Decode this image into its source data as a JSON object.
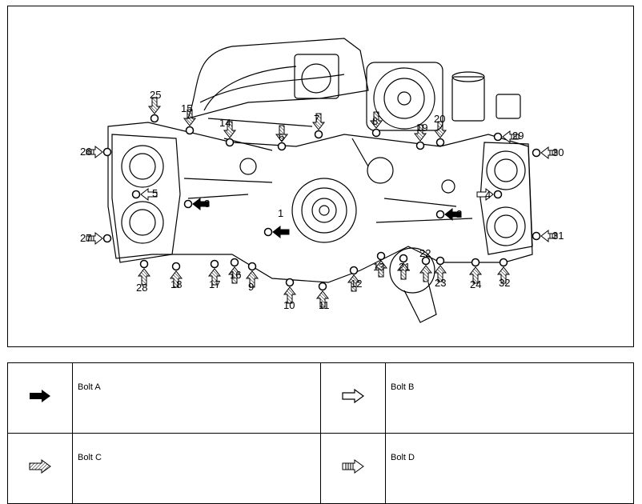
{
  "figure": {
    "callouts": [
      {
        "n": "1",
        "t": "A"
      },
      {
        "n": "2",
        "t": "A"
      },
      {
        "n": "3",
        "t": "A"
      },
      {
        "n": "4",
        "t": "B"
      },
      {
        "n": "5",
        "t": "B"
      },
      {
        "n": "6",
        "t": "C"
      },
      {
        "n": "7",
        "t": "C"
      },
      {
        "n": "8",
        "t": "C"
      },
      {
        "n": "9",
        "t": "C"
      },
      {
        "n": "10",
        "t": "C"
      },
      {
        "n": "11",
        "t": "C"
      },
      {
        "n": "12",
        "t": "C"
      },
      {
        "n": "13",
        "t": "C"
      },
      {
        "n": "14",
        "t": "C"
      },
      {
        "n": "15",
        "t": "C"
      },
      {
        "n": "16",
        "t": "C"
      },
      {
        "n": "17",
        "t": "C"
      },
      {
        "n": "18",
        "t": "C"
      },
      {
        "n": "19",
        "t": "C"
      },
      {
        "n": "20",
        "t": "C"
      },
      {
        "n": "21",
        "t": "C"
      },
      {
        "n": "22",
        "t": "C"
      },
      {
        "n": "23",
        "t": "C"
      },
      {
        "n": "24",
        "t": "C"
      },
      {
        "n": "25",
        "t": "C"
      },
      {
        "n": "26",
        "t": "D"
      },
      {
        "n": "27",
        "t": "D"
      },
      {
        "n": "28",
        "t": "C"
      },
      {
        "n": "29",
        "t": "D"
      },
      {
        "n": "30",
        "t": "D"
      },
      {
        "n": "31",
        "t": "D"
      },
      {
        "n": "32",
        "t": "C"
      }
    ]
  },
  "legend": {
    "bolt_a": "Bolt A",
    "bolt_b": "Bolt B",
    "bolt_c": "Bolt C",
    "bolt_d": "Bolt D"
  },
  "colors": {
    "ink": "#000000",
    "paper": "#ffffff"
  }
}
